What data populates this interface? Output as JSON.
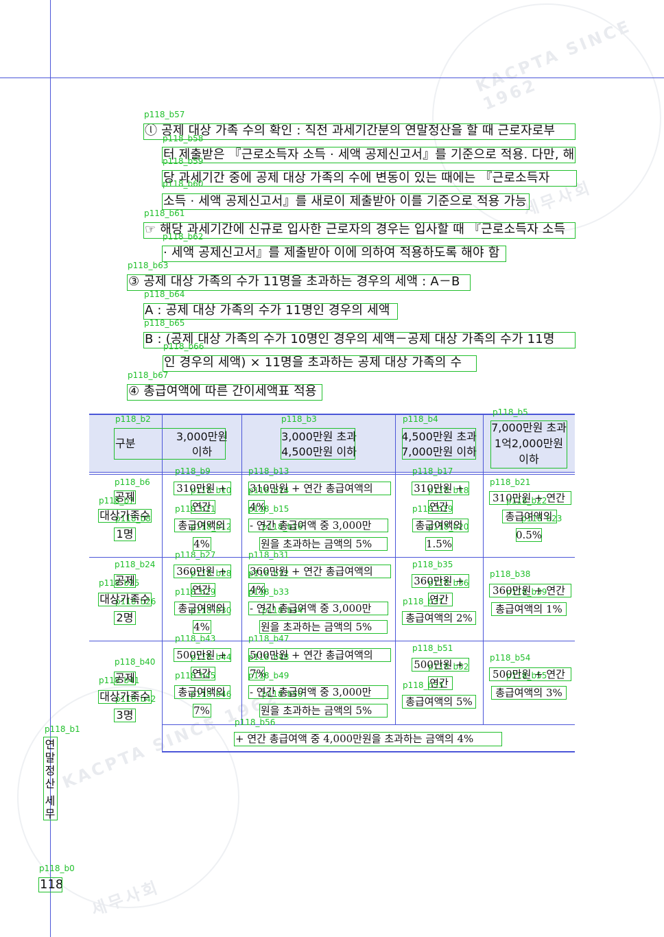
{
  "page": {
    "number": "118",
    "side_title_chars": [
      "연",
      "말",
      "정",
      "산",
      " ",
      "세",
      "무"
    ],
    "watermark": {
      "arc_text": "KACPTA SINCE 1962",
      "bottom_text": "세무사회"
    }
  },
  "tags": {
    "b0": "p118_b0",
    "b1": "p118_b1",
    "b2": "p118_b2",
    "b3": "p118_b3",
    "b4": "p118_b4",
    "b5": "p118_b5",
    "b6": "p118_b6",
    "b7": "p118_b7",
    "b8": "p118_b8",
    "b9": "p118_b9",
    "b10": "p118_b10",
    "b11": "p118_b11",
    "b12": "p118_b12",
    "b13": "p118_b13",
    "b14": "p118_b14",
    "b15": "p118_b15",
    "b16": "p118_b16",
    "b17": "p118_b17",
    "b18": "p118_b18",
    "b19": "p118_b19",
    "b20": "p118_b20",
    "b21": "p118_b21",
    "b22": "p118_b22",
    "b23": "p118_b23",
    "b24": "p118_b24",
    "b25": "p118_b25",
    "b26": "p118_b26",
    "b27": "p118_b27",
    "b28": "p118_b28",
    "b29": "p118_b29",
    "b30": "p118_b30",
    "b31": "p118_b31",
    "b32": "p118_b32",
    "b33": "p118_b33",
    "b34": "p118_b34",
    "b35": "p118_b35",
    "b36": "p118_b36",
    "b37": "p118_b37",
    "b38": "p118_b38",
    "b39": "p118_b39",
    "b40": "p118_b40",
    "b41": "p118_b41",
    "b42": "p118_b42",
    "b43": "p118_b43",
    "b44": "p118_b44",
    "b45": "p118_b45",
    "b46": "p118_b46",
    "b47": "p118_b47",
    "b48": "p118_b48",
    "b49": "p118_b49",
    "b50": "p118_b50",
    "b51": "p118_b51",
    "b52": "p118_b52",
    "b53": "p118_b53",
    "b54": "p118_b54",
    "b55": "p118_b55",
    "b56": "p118_b56",
    "b57": "p118_b57",
    "b58": "p118_b58",
    "b59": "p118_b59",
    "b60": "p118_b60",
    "b61": "p118_b61",
    "b62": "p118_b62",
    "b63": "p118_b63",
    "b64": "p118_b64",
    "b65": "p118_b65",
    "b66": "p118_b66",
    "b67": "p118_b67"
  },
  "text": {
    "b57": "ⓛ 공제 대상 가족 수의 확인 : 직전 과세기간분의 연말정산을 할 때 근로자로부",
    "b58": "터 제출받은 『근로소득자 소득 · 세액 공제신고서』를 기준으로 적용. 다만, 해",
    "b59": "당 과세기간 중에 공제 대상 가족의 수에 변동이 있는 때에는 『근로소득자",
    "b60": "소득 · 세액 공제신고서』를 새로이 제출받아 이를 기준으로 적용 가능",
    "b61": "☞ 해당 과세기간에 신규로 입사한 근로자의 경우는 입사할 때 『근로소득자 소득",
    "b62": "· 세액 공제신고서』를 제출받아 이에 의하여 적용하도록 해야 함",
    "b63": "③ 공제 대상 가족의 수가 11명을 초과하는 경우의 세액 : A－B",
    "b64": "A : 공제 대상 가족의 수가 11명인 경우의 세액",
    "b65": "B : (공제 대상 가족의 수가 10명인 경우의 세액－공제 대상 가족의 수가 11명",
    "b66": "인 경우의 세액) × 11명을 초과하는 공제 대상 가족의 수",
    "b67": "④ 총급여액에 따른 간이세액표 적용"
  },
  "table": {
    "headers": {
      "col0": "구분",
      "col1_l1": "3,000만원",
      "col1_l2": "이하",
      "col2_l1": "3,000만원 초과",
      "col2_l2": "4,500만원 이하",
      "col3_l1": "4,500만원 초과",
      "col3_l2": "7,000만원 이하",
      "col4_l1": "7,000만원 초과",
      "col4_l2": "1억2,000만원",
      "col4_l3": "이하"
    },
    "rows": [
      {
        "label_l1": "공제",
        "label_l2": "대상가족수",
        "label_l3": "1명",
        "c1_l1": "310만원 +",
        "c1_l2": "연간",
        "c1_l3": "총급여액의",
        "c1_l4": "4%",
        "c2_l1": "310만원 + 연간 총급여액의",
        "c2_l2": "4%",
        "c2_l3": "- 연간 총급여액 중 3,000만",
        "c2_l4": "원을 초과하는 금액의 5%",
        "c3_l1": "310만원 +",
        "c3_l2": "연간",
        "c3_l3": "총급여액의",
        "c3_l4": "1.5%",
        "c4_l1": "310만원 + 연간",
        "c4_l2": "총급여액의",
        "c4_l3": "0.5%"
      },
      {
        "label_l1": "공제",
        "label_l2": "대상가족수",
        "label_l3": "2명",
        "c1_l1": "360만원 +",
        "c1_l2": "연간",
        "c1_l3": "총급여액의",
        "c1_l4": "4%",
        "c2_l1": "360만원 + 연간 총급여액의",
        "c2_l2": "4%",
        "c2_l3": "- 연간 총급여액 중 3,000만",
        "c2_l4": "원을 초과하는 금액의 5%",
        "c3_l1": "360만원 +",
        "c3_l2": "연간",
        "c3_l3": "총급여액의 2%",
        "c4_l1": "360만원 + 연간",
        "c4_l2": "총급여액의 1%"
      },
      {
        "label_l1": "공제",
        "label_l2": "대상가족수",
        "label_l3": "3명",
        "c1_l1": "500만원 +",
        "c1_l2": "연간",
        "c1_l3": "총급여액의",
        "c1_l4": "7%",
        "c2_l1": "500만원 + 연간 총급여액의",
        "c2_l2": "7%",
        "c2_l3": "- 연간 총급여액 중 3,000만",
        "c2_l4": "원을 초과하는 금액의 5%",
        "c3_l1": "500만원 +",
        "c3_l2": "연간",
        "c3_l3": "총급여액의 5%",
        "c4_l1": "500만원 + 연간",
        "c4_l2": "총급여액의 3%"
      }
    ],
    "footer": "+ 연간 총급여액 중 4,000만원을 초과하는 금액의 4%"
  }
}
